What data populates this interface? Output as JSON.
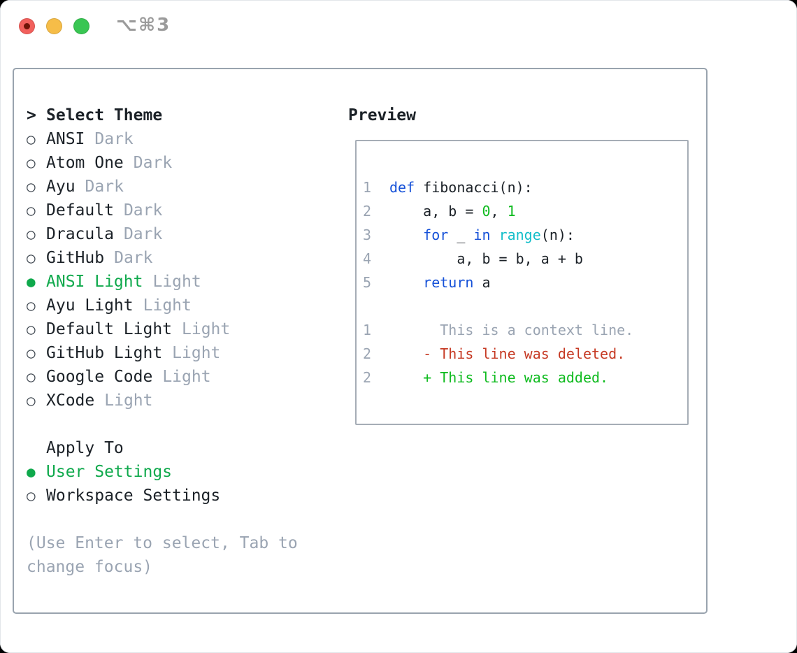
{
  "window": {
    "title": "⌥⌘3"
  },
  "colors": {
    "fg": "#1b2127",
    "muted": "#9aa4b2",
    "blue": "#1551d8",
    "cyan": "#13bec9",
    "green": "#0fbb1f",
    "selgreen": "#0fa94c",
    "red": "#c63a24",
    "panel-border": "#99a3ae",
    "box-border": "#a6adb6",
    "traffic-red": "#f2605c",
    "traffic-red-dot": "#701407",
    "traffic-yellow": "#f6bd48",
    "traffic-green": "#39c653",
    "title-fg": "#9b9b9b"
  },
  "theme_panel": {
    "prompt": ">",
    "heading": "Select Theme",
    "bullet_selected": "●",
    "bullet_unselected": "○",
    "themes": [
      {
        "name": "ANSI",
        "variant": "Dark",
        "selected": false
      },
      {
        "name": "Atom One",
        "variant": "Dark",
        "selected": false
      },
      {
        "name": "Ayu",
        "variant": "Dark",
        "selected": false
      },
      {
        "name": "Default",
        "variant": "Dark",
        "selected": false
      },
      {
        "name": "Dracula",
        "variant": "Dark",
        "selected": false
      },
      {
        "name": "GitHub",
        "variant": "Dark",
        "selected": false
      },
      {
        "name": "ANSI Light",
        "variant": "Light",
        "selected": true
      },
      {
        "name": "Ayu Light",
        "variant": "Light",
        "selected": false
      },
      {
        "name": "Default Light",
        "variant": "Light",
        "selected": false
      },
      {
        "name": "GitHub Light",
        "variant": "Light",
        "selected": false
      },
      {
        "name": "Google Code",
        "variant": "Light",
        "selected": false
      },
      {
        "name": "XCode",
        "variant": "Light",
        "selected": false
      }
    ],
    "apply_heading": "Apply To",
    "apply_options": [
      {
        "name": "User Settings",
        "selected": true
      },
      {
        "name": "Workspace Settings",
        "selected": false
      }
    ],
    "help_lines": [
      "(Use Enter to select, Tab to",
      "change focus)"
    ]
  },
  "preview": {
    "heading": "Preview",
    "code_lines": [
      {
        "num": "1",
        "tokens": [
          {
            "text": "def",
            "color": "blue"
          },
          {
            "text": " fibonacci(n):",
            "color": "fg"
          }
        ]
      },
      {
        "num": "2",
        "tokens": [
          {
            "text": "    a, b = ",
            "color": "fg"
          },
          {
            "text": "0",
            "color": "green"
          },
          {
            "text": ", ",
            "color": "fg"
          },
          {
            "text": "1",
            "color": "green"
          }
        ]
      },
      {
        "num": "3",
        "tokens": [
          {
            "text": "    ",
            "color": "fg"
          },
          {
            "text": "for",
            "color": "blue"
          },
          {
            "text": " _ ",
            "color": "fg"
          },
          {
            "text": "in",
            "color": "blue"
          },
          {
            "text": " ",
            "color": "fg"
          },
          {
            "text": "range",
            "color": "cyan"
          },
          {
            "text": "(n):",
            "color": "fg"
          }
        ]
      },
      {
        "num": "4",
        "tokens": [
          {
            "text": "        a, b = b, a + b",
            "color": "fg"
          }
        ]
      },
      {
        "num": "5",
        "tokens": [
          {
            "text": "    ",
            "color": "fg"
          },
          {
            "text": "return",
            "color": "blue"
          },
          {
            "text": " a",
            "color": "fg"
          }
        ]
      }
    ],
    "diff_lines": [
      {
        "num": "1",
        "tokens": [
          {
            "text": "      This is a context line.",
            "color": "muted"
          }
        ]
      },
      {
        "num": "2",
        "tokens": [
          {
            "text": "    - This line was deleted.",
            "color": "red"
          }
        ]
      },
      {
        "num": "2",
        "tokens": [
          {
            "text": "    + This line was added.",
            "color": "green"
          }
        ]
      }
    ]
  }
}
